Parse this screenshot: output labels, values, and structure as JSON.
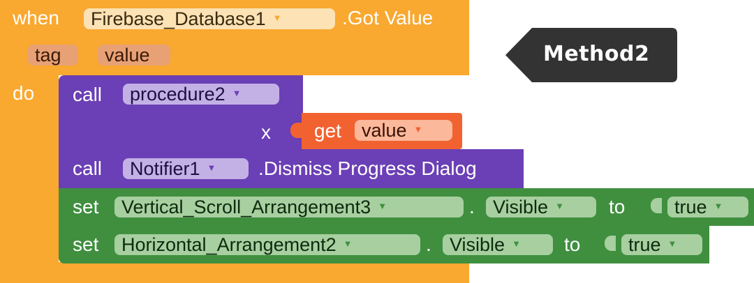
{
  "event": {
    "when_label": "when",
    "component": "Firebase_Database1",
    "event_name": ".Got Value",
    "params": [
      "tag",
      "value"
    ],
    "do_label": "do",
    "color": "#f9a830"
  },
  "call1": {
    "call_label": "call",
    "procedure": "procedure2",
    "arg_name": "x",
    "color": "#6b3fb5"
  },
  "get_block": {
    "get_label": "get",
    "variable": "value",
    "color": "#f26231"
  },
  "call2": {
    "call_label": "call",
    "component": "Notifier1",
    "method": ".Dismiss Progress Dialog"
  },
  "set1": {
    "set_label": "set",
    "component": "Vertical_Scroll_Arrangement3",
    "dot": ".",
    "property": "Visible",
    "to_label": "to",
    "value": "true",
    "color": "#3f8f3f"
  },
  "set2": {
    "set_label": "set",
    "component": "Horizontal_Arrangement2",
    "dot": ".",
    "property": "Visible",
    "to_label": "to",
    "value": "true"
  },
  "tooltip": {
    "label": "Method2",
    "color": "#333333"
  },
  "dropdown_arrow": "▼"
}
